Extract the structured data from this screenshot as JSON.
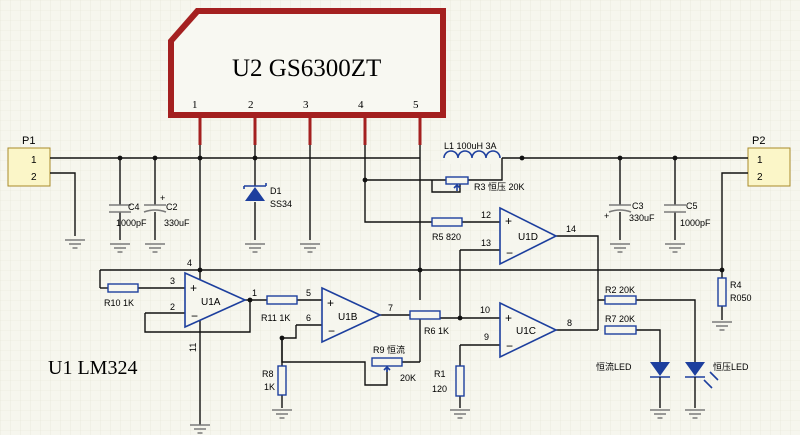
{
  "u2": {
    "title": "U2 GS6300ZT",
    "pins": [
      "1",
      "2",
      "3",
      "4",
      "5"
    ]
  },
  "u1": {
    "title": "U1 LM324"
  },
  "connectors": {
    "p1": {
      "name": "P1",
      "pins": [
        "1",
        "2"
      ]
    },
    "p2": {
      "name": "P2",
      "pins": [
        "1",
        "2"
      ]
    }
  },
  "components": {
    "c4": {
      "ref": "C4",
      "value": "1000pF"
    },
    "c2": {
      "ref": "C2",
      "value": "330uF"
    },
    "d1": {
      "ref": "D1",
      "value": "SS34"
    },
    "l1": {
      "label": "L1   100uH 3A"
    },
    "r3": {
      "label": "R3 恒压 20K"
    },
    "c3": {
      "ref": "C3",
      "value": "330uF"
    },
    "c5": {
      "ref": "C5",
      "value": "1000pF"
    },
    "r5": {
      "label": "R5  820"
    },
    "u1d": {
      "ref": "U1D",
      "in_plus": "12",
      "in_minus": "13",
      "out": "14"
    },
    "r4": {
      "ref": "R4",
      "value": "R050"
    },
    "r10": {
      "label": "R10  1K"
    },
    "u1a": {
      "ref": "U1A",
      "in_plus": "3",
      "in_minus": "2",
      "out": "1",
      "vcc": "4",
      "gnd": "11"
    },
    "r11": {
      "label": "R11 1K"
    },
    "u1b": {
      "ref": "U1B",
      "in_plus": "5",
      "in_minus": "6",
      "out": "7"
    },
    "r6": {
      "label": "R6   1K"
    },
    "u1c": {
      "ref": "U1C",
      "in_plus": "10",
      "in_minus": "9",
      "out": "8"
    },
    "r2": {
      "label": "R2  20K"
    },
    "r7": {
      "label": "R7  20K"
    },
    "r8": {
      "ref": "R8",
      "value": "1K"
    },
    "r9": {
      "ref": "R9 恒流",
      "value": "20K"
    },
    "r1": {
      "ref": "R1",
      "value": "120"
    },
    "led_cc": {
      "label": "恒流LED"
    },
    "led_cv": {
      "label": "恒压LED"
    }
  },
  "colors": {
    "ic_fill": "#a42020",
    "symbol_blue": "#1d3f9e",
    "background": "#f6f6ee"
  }
}
